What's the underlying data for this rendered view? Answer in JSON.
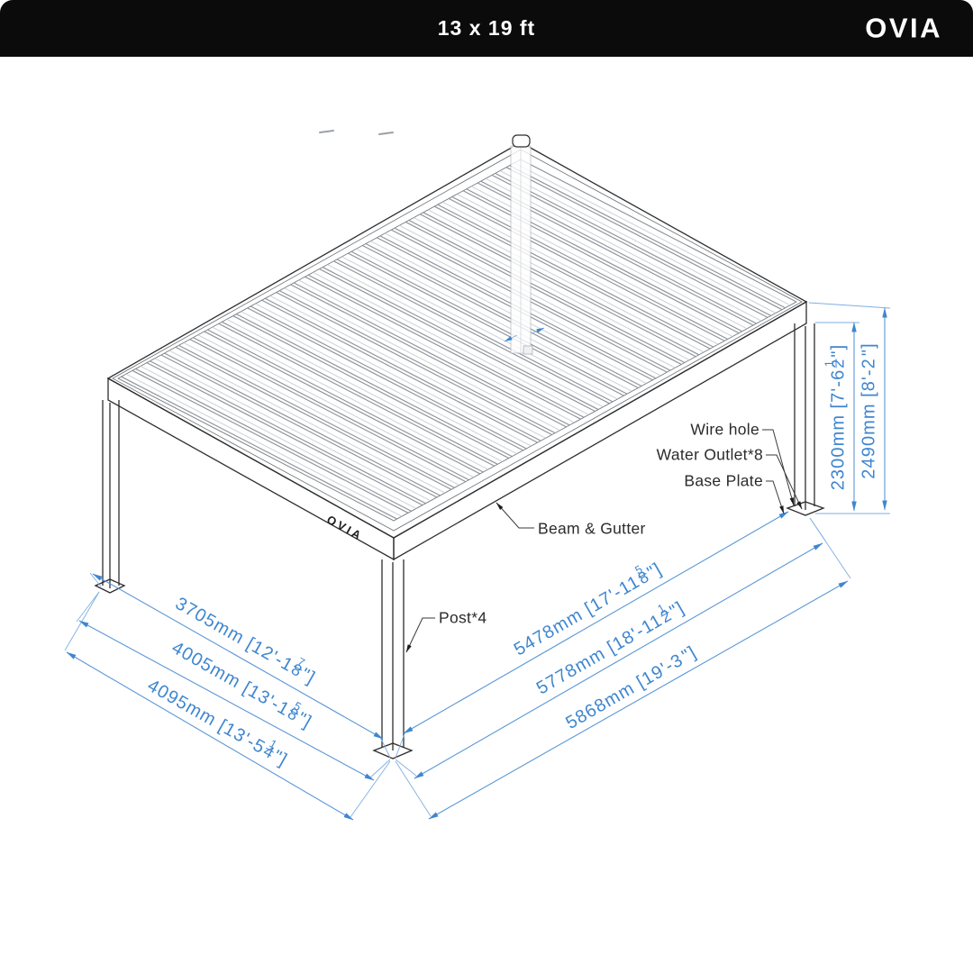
{
  "header": {
    "size_label": "13 x 19 ft",
    "brand": "OVIA"
  },
  "drawing": {
    "beam_brand": "OVIA",
    "labels": {
      "wire_hole": "Wire hole",
      "water_outlet": "Water Outlet*8",
      "base_plate": "Base Plate",
      "beam_gutter": "Beam & Gutter",
      "post": "Post*4"
    },
    "dimensions": {
      "left": [
        {
          "mm": "3705mm",
          "ft_prefix": "[12'-1",
          "frac_num": "7",
          "frac_den": "8",
          "suffix": "\"]"
        },
        {
          "mm": "4005mm",
          "ft_prefix": "[13'-1",
          "frac_num": "5",
          "frac_den": "8",
          "suffix": "\"]"
        },
        {
          "mm": "4095mm",
          "ft_prefix": "[13'-5",
          "frac_num": "1",
          "frac_den": "4",
          "suffix": "\"]"
        }
      ],
      "right": [
        {
          "mm": "5478mm",
          "ft_prefix": "[17'-11",
          "frac_num": "5",
          "frac_den": "8",
          "suffix": "\"]"
        },
        {
          "mm": "5778mm",
          "ft_prefix": "[18'-11",
          "frac_num": "1",
          "frac_den": "2",
          "suffix": "\"]"
        },
        {
          "mm": "5868mm",
          "ft_prefix": "[19'-3",
          "frac_num": "",
          "frac_den": "",
          "suffix": "\"]"
        }
      ],
      "height": [
        {
          "mm": "2300mm",
          "ft_prefix": "[7'-6",
          "frac_num": "1",
          "frac_den": "2",
          "suffix": "\"]"
        },
        {
          "mm": "2490mm",
          "ft_prefix": "[8'-2",
          "frac_num": "",
          "frac_den": "",
          "suffix": "\"]"
        }
      ]
    },
    "colors": {
      "dimension_blue": "#3f86cf",
      "line_dark": "#2e2e2e"
    }
  }
}
